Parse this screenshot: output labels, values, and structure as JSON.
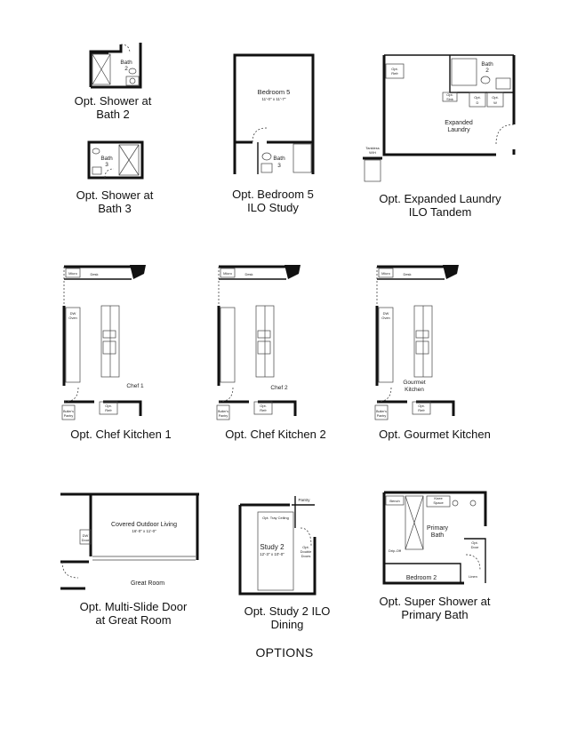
{
  "options": [
    {
      "id": "bath2",
      "caption": [
        "Opt. Shower at",
        "Bath 2"
      ],
      "labels": {
        "room": "Bath",
        "num": "2"
      }
    },
    {
      "id": "bath3",
      "caption": [
        "Opt. Shower at",
        "Bath 3"
      ],
      "labels": {
        "room": "Bath",
        "num": "3"
      }
    },
    {
      "id": "bedroom5",
      "caption": [
        "Opt. Bedroom 5",
        "ILO Study"
      ],
      "labels": {
        "room": "Bedroom 5",
        "dim": "11'-0\" x 11'-7\"",
        "bath": "Bath",
        "bathnum": "3"
      }
    },
    {
      "id": "laundry",
      "caption": [
        "Opt. Expanded Laundry",
        "ILO Tandem"
      ],
      "labels": {
        "room": "Expanded",
        "room2": "Laundry",
        "bath": "Bath",
        "bathnum": "2",
        "optref": "Opt.",
        "optref2": "Refr",
        "sink": "Opt.",
        "sink2": "Sink",
        "optd": "Opt.",
        "optd2": "D",
        "optw": "Opt.",
        "optw2": "W",
        "tankless": "Tankless",
        "tankless2": "W/H"
      }
    },
    {
      "id": "chef1",
      "caption": [
        "Opt. Chef Kitchen 1"
      ],
      "labels": {
        "room": "Chef 1",
        "micro": "Micro",
        "desk": "Desk",
        "dbl": "DW",
        "dbl2": "Oven",
        "refr": "Opt.",
        "refr2": "Refr",
        "pantry": "Butler's",
        "pantry2": "Pantry"
      }
    },
    {
      "id": "chef2",
      "caption": [
        "Opt. Chef Kitchen 2"
      ],
      "labels": {
        "room": "Chef 2",
        "micro": "Micro",
        "desk": "Desk",
        "refr": "Opt.",
        "refr2": "Refr",
        "pantry": "Butler's",
        "pantry2": "Pantry"
      }
    },
    {
      "id": "gourmet",
      "caption": [
        "Opt. Gourmet Kitchen"
      ],
      "labels": {
        "room": "Gourmet",
        "room2": "Kitchen",
        "micro": "Micro",
        "desk": "Desk",
        "dbl": "DW",
        "dbl2": "Oven",
        "refr": "Opt.",
        "refr2": "Refr",
        "pantry": "Butler's",
        "pantry2": "Pantry"
      }
    },
    {
      "id": "multislide",
      "caption": [
        "Opt. Multi-Slide Door",
        "at Great Room"
      ],
      "labels": {
        "outdoor": "Covered Outdoor Living",
        "dim": "16'-0\" x 11'-0\"",
        "great": "Great Room",
        "dw": "DW",
        "dw2": "Door"
      }
    },
    {
      "id": "study2",
      "caption": [
        "Opt. Study 2 ILO",
        "Dining"
      ],
      "labels": {
        "room": "Study 2",
        "dim": "12'-3\" x 10'-0\"",
        "tray": "Opt. Tray Ceiling",
        "pantry": "Pantry",
        "doors": "Opt.",
        "doors2": "Double",
        "doors3": "Doors"
      }
    },
    {
      "id": "primary",
      "caption": [
        "Opt. Super Shower at",
        "Primary Bath"
      ],
      "labels": {
        "room": "Primary",
        "room2": "Bath",
        "bed2": "Bedroom 2",
        "bench": "Bench",
        "knee": "Knee",
        "knee2": "Space",
        "drip": "Drip-Off",
        "optdoor": "Opt.",
        "optdoor2": "Door",
        "linen": "Linen"
      }
    }
  ],
  "footer": "OPTIONS"
}
